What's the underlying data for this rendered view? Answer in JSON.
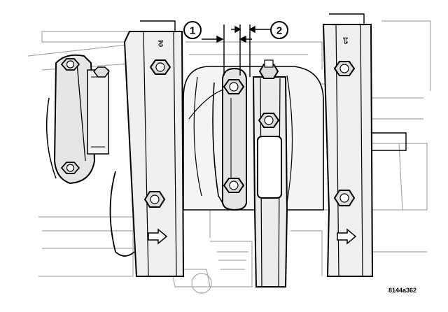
{
  "figure": {
    "code": "8144a362",
    "callouts": [
      {
        "label": "1"
      },
      {
        "label": "2"
      }
    ],
    "cap_stamps": [
      {
        "label": "2"
      },
      {
        "label": "1"
      }
    ]
  }
}
